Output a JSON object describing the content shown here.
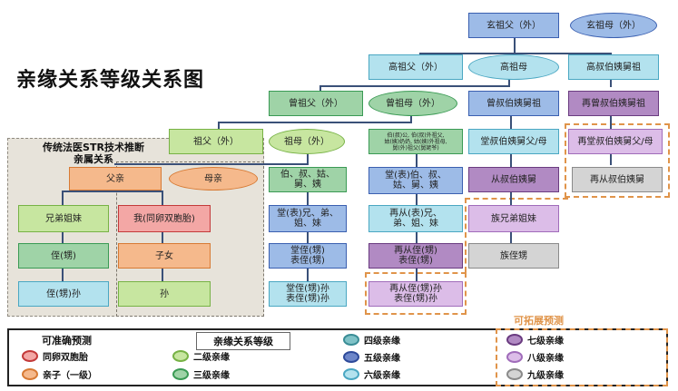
{
  "page_title": "亲缘关系等级关系图",
  "zones": {
    "str_title": "传统法医STR技术推断\n亲属关系",
    "extendable_label": "可拓展预测"
  },
  "nodes": {
    "xuanzufu": "玄祖父（外）",
    "xuanzumu": "玄祖母（外）",
    "gaozufu": "高祖父（外）",
    "gaozumu": "高祖母",
    "gaoshubo": "高叔伯姨舅祖",
    "zengzufu": "曾祖父（外）",
    "zengzumu": "曾祖母（外）",
    "zengshubo": "曾叔伯姨舅祖",
    "zaizengshubo": "再曾叔伯姨舅祖",
    "zufu": "祖父（外）",
    "zumu": "祖母（外）",
    "zu_side": "伯(叔)公, 伯(叔)外祖父,\n姑(姨)奶奶, 姑(姨)外祖母,\n舅(外)祖父(舅姥爷)",
    "tangshubo_fumu": "堂叔伯姨舅父/母",
    "zaitangshubo": "再堂叔伯姨舅父/母",
    "fuqin": "父亲",
    "muqin": "母亲",
    "bo_shu": "伯、叔、姑、\n舅、姨",
    "tang_bo": "堂(表)伯、叔、\n姑、舅、姨",
    "congshubo": "从叔伯姨舅",
    "zaicongshubo": "再从叔伯姨舅",
    "xiongdi": "兄弟姐妹",
    "wo": "我(同卵双胞胎)",
    "tang_xiong": "堂(表)兄、弟、\n姐、妹",
    "zaicong_xiong": "再从(表)兄、\n弟、姐、妹",
    "zuxiong": "族兄弟姐妹",
    "zhi": "侄(甥)",
    "zinv": "子女",
    "tangzhi": "堂侄(甥)\n表侄(甥)",
    "zaicongzhi": "再从侄(甥)\n表侄(甥)",
    "zuzhi": "族侄甥",
    "zhisun": "侄(甥)孙",
    "sun": "孙",
    "tangzhisun": "堂侄(甥)孙\n表侄(甥)孙",
    "zaicongzhisun": "再从侄(甥)孙\n表侄(甥)孙"
  },
  "legend": {
    "head1": "可准确预测",
    "head2": "亲缘关系等级",
    "items": [
      {
        "label": "同卵双胞胎",
        "color": "#f3a7a5",
        "border": "#c33a3a"
      },
      {
        "label": "亲子（一级）",
        "color": "#f5b98c",
        "border": "#d77a34"
      },
      {
        "label": "二级亲缘",
        "color": "#c7e6a0",
        "border": "#77b245"
      },
      {
        "label": "三级亲缘",
        "color": "#9fd3a7",
        "border": "#3a9a54"
      },
      {
        "label": "四级亲缘",
        "color": "#7fc2c7",
        "border": "#3a8d96"
      },
      {
        "label": "五级亲缘",
        "color": "#6d86c9",
        "border": "#2e4a9a"
      },
      {
        "label": "六级亲缘",
        "color": "#b3e2ee",
        "border": "#4aa7c2"
      },
      {
        "label": "七级亲缘",
        "color": "#b18ac3",
        "border": "#6a3b80"
      },
      {
        "label": "八级亲缘",
        "color": "#dcbde8",
        "border": "#a06cba"
      },
      {
        "label": "九级亲缘",
        "color": "#d4d4d4",
        "border": "#8a8a8a"
      }
    ]
  }
}
